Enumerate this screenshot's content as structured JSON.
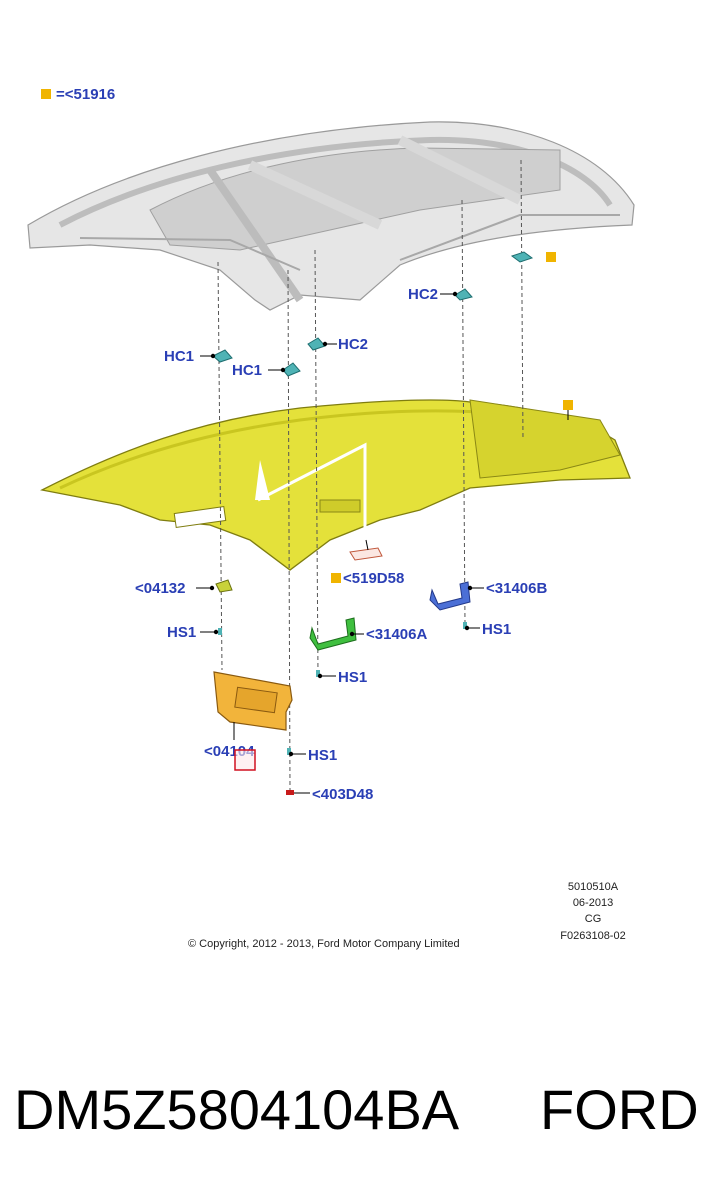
{
  "legend": {
    "text": "=<51916"
  },
  "callouts": {
    "hc2_top": "HC2",
    "hc1_left": "HC1",
    "hc2_mid": "HC2",
    "hc1_mid": "HC1",
    "p04132": "<04132",
    "p519D58": "<519D58",
    "p31406B": "<31406B",
    "hs1_a": "HS1",
    "hs1_b": "HS1",
    "p31406A": "<31406A",
    "hs1_c": "HS1",
    "p04104": "<04104",
    "hs1_d": "HS1",
    "p403D48": "<403D48"
  },
  "info": {
    "line1": "5010510A",
    "line2": "06-2013",
    "line3": "CG",
    "line4": "F0263108-02"
  },
  "copyright": "© Copyright, 2012 - 2013, Ford Motor Company Limited",
  "footer": {
    "part_number": "DM5Z5804104BA",
    "brand": "FORD"
  }
}
